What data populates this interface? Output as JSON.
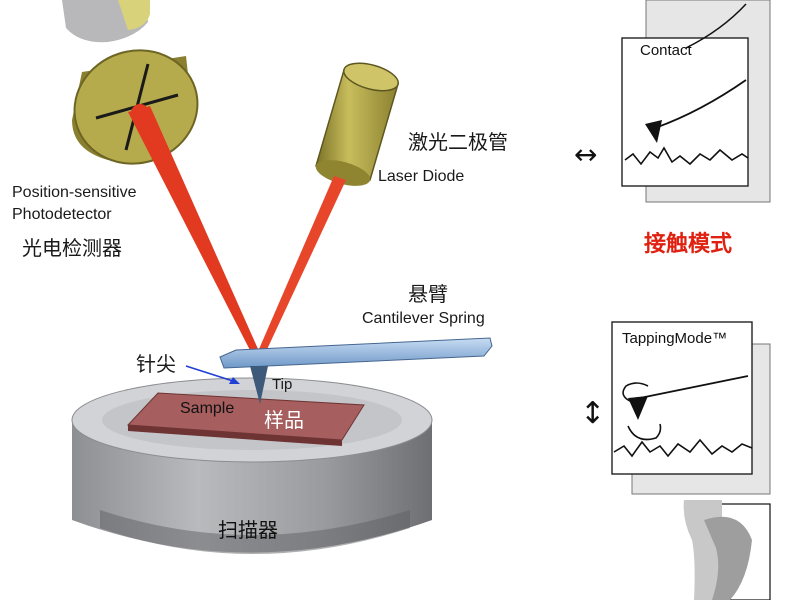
{
  "labels": {
    "photodetector_en_line1": "Position-sensitive",
    "photodetector_en_line2": "Photodetector",
    "photodetector_cn": "光电检测器",
    "laser_cn": "激光二极管",
    "laser_en": "Laser Diode",
    "cantilever_cn": "悬臂",
    "cantilever_en": "Cantilever Spring",
    "tip_cn": "针尖",
    "tip_en": "Tip",
    "sample_en": "Sample",
    "sample_cn": "样品",
    "scanner_cn": "扫描器"
  },
  "modes": {
    "contact": {
      "card_title": "Contact",
      "caption": "接触模式",
      "arrow": "↔"
    },
    "tapping": {
      "card_title": "TappingMode™",
      "arrow": "↕"
    }
  },
  "colors": {
    "laser": "#e03a22",
    "cylinder_tan": "#b3a84a",
    "cylinder_dark": "#857a2e",
    "cantilever": "#9cc0e6",
    "sample": "#a05a5a",
    "scanner": "#8a8c90",
    "caption_red": "#e02010"
  }
}
